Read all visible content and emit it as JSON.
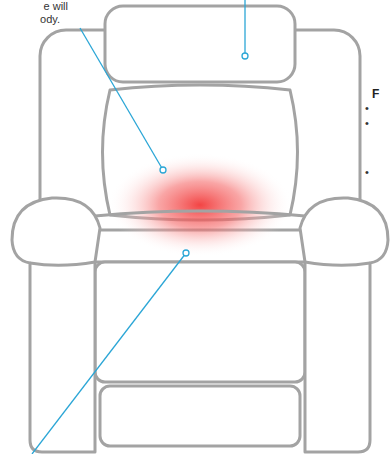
{
  "diagram": {
    "labels": [
      "e will",
      "ody.",
      "F",
      "•",
      "•",
      "•"
    ]
  }
}
